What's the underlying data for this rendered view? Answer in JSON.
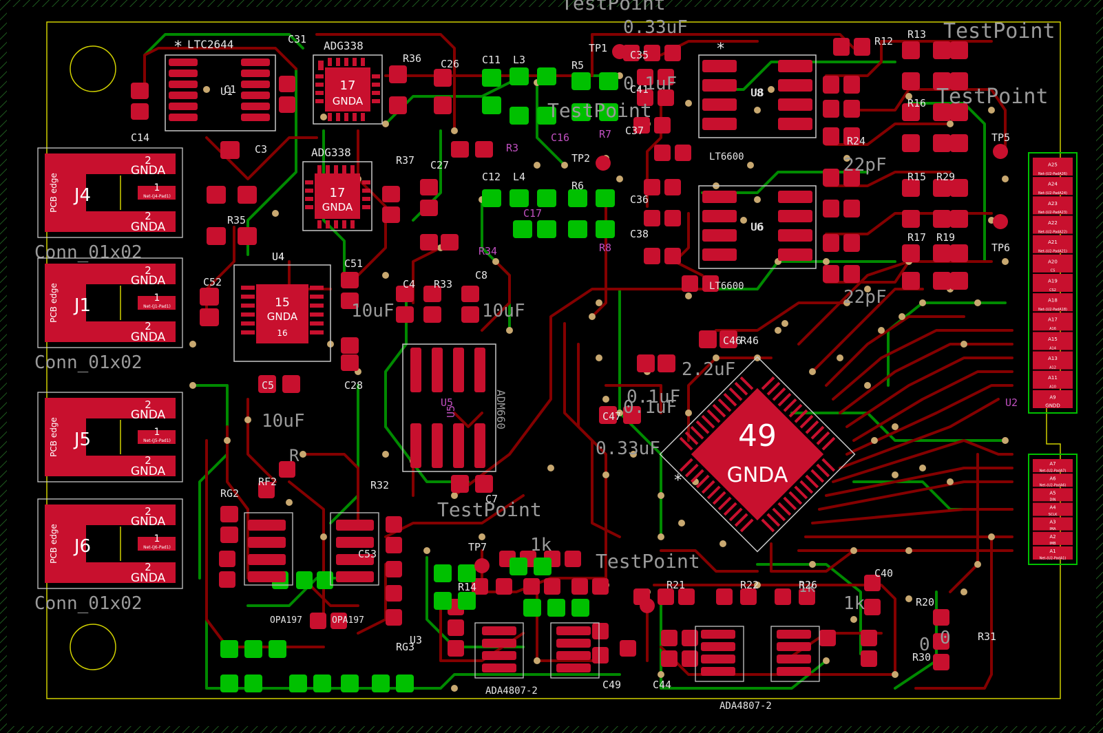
{
  "title": "",
  "colors": {
    "background": "#000000",
    "edge_cuts": "#d0d000",
    "front_copper": "#840000",
    "front_pad": "#c8102e",
    "back_copper": "#008a00",
    "back_pad": "#00c000",
    "silkscreen": "#e6e6e6",
    "fab": "#c050c0",
    "courtyard": "#c8c8c8",
    "via": "#c8a870",
    "hatch": "#2a6a2a"
  },
  "connectors": [
    {
      "ref": "J4",
      "value": "Conn_01x02",
      "edge": "PCB edge",
      "pins": [
        "2",
        "1",
        "2"
      ],
      "pin_nets": [
        "GNDA",
        "Net-(J4-Pad1)",
        "GNDA"
      ]
    },
    {
      "ref": "J1",
      "value": "Conn_01x02",
      "edge": "PCB edge",
      "pins": [
        "2",
        "1",
        "2"
      ],
      "pin_nets": [
        "GNDA",
        "Net-(J1-Pad1)",
        "GNDA"
      ]
    },
    {
      "ref": "J5",
      "value": "",
      "edge": "PCB edge",
      "pins": [
        "2",
        "1",
        "2"
      ],
      "pin_nets": [
        "GNDA",
        "Net-(J5-Pad1)",
        "GNDA"
      ]
    },
    {
      "ref": "J6",
      "value": "Conn_01x02",
      "edge": "PCB edge",
      "pins": [
        "2",
        "1",
        "2"
      ],
      "pin_nets": [
        "GNDA",
        "Net-(J6-Pad1)",
        "GNDA"
      ]
    }
  ],
  "ics": [
    {
      "ref": "LTC2644",
      "pad": ""
    },
    {
      "ref": "ADG338",
      "pad": "17",
      "net": "GNDA"
    },
    {
      "ref": "ADG338 (2)",
      "pad": "17",
      "net": "GNDA"
    },
    {
      "ref": "U4",
      "pad": "15",
      "net": "GNDA",
      "extra": "16"
    },
    {
      "ref": "U8",
      "pad": ""
    },
    {
      "ref": "U6",
      "pad": ""
    },
    {
      "ref": "U5",
      "pad": "",
      "value": "ADM660"
    },
    {
      "ref": "MCU",
      "pad": "49",
      "net": "GNDA"
    },
    {
      "ref": "U2",
      "pad": ""
    }
  ],
  "silk_labels": [
    "TestPoint",
    "0.33uF",
    "TestPoint",
    "TestPoint",
    "TestPoint",
    "TestPoint",
    "TestPoint",
    "0.1uF",
    "0.1uF",
    "10uF",
    "10uF",
    "10uF",
    "2.2uF",
    "0.1uF",
    "0.33uF",
    "1k",
    "1k",
    "1k",
    "0",
    "0",
    "22pF",
    "22pF",
    "R",
    "OPA197",
    "OPA197",
    "ADA4807-2",
    "ADA4807-2",
    "LT6600",
    "LT6600",
    "ADM660"
  ],
  "refdes": [
    "C31",
    "C1",
    "C3",
    "C4",
    "C5",
    "C7",
    "C8",
    "C11",
    "C12",
    "C14",
    "C16",
    "C17",
    "C26",
    "C27",
    "C28",
    "C35",
    "C36",
    "C37",
    "C38",
    "C40",
    "C41",
    "C44",
    "C46",
    "C47",
    "C49",
    "C51",
    "C52",
    "C53",
    "R3",
    "R5",
    "R6",
    "R7",
    "R8",
    "R12",
    "R13",
    "R14",
    "R15",
    "R16",
    "R17",
    "R19",
    "R20",
    "R21",
    "R22",
    "R24",
    "R26",
    "R29",
    "R30",
    "R31",
    "R32",
    "R33",
    "R34",
    "R35",
    "R36",
    "R37",
    "R46",
    "L3",
    "L4",
    "TP1",
    "TP2",
    "TP5",
    "TP6",
    "TP7",
    "RG2",
    "RF2",
    "RG3",
    "U1",
    "U2",
    "U3",
    "U4",
    "U5",
    "U6",
    "U8"
  ],
  "header_top": {
    "pins": [
      "A25",
      "Net-(U2-PadA26)",
      "A24",
      "Net-(U2-PadA24)",
      "A23",
      "Net-(U2-PadA23)",
      "A22",
      "Net-(U2-PadA22)",
      "A21",
      "Net-(U2-PadA21)",
      "A20",
      "CS",
      "A19",
      "CS2",
      "A18",
      "Net-(U2-PadA18)",
      "A17",
      "A16",
      "A15",
      "A14",
      "A13",
      "A12",
      "A11",
      "A10",
      "A9",
      "GNDD"
    ]
  },
  "header_bottom": {
    "pins": [
      "A7",
      "Net-(U2-PadA7)",
      "A6",
      "Net-(U2-PadA6)",
      "A5",
      "DIN",
      "A4",
      "SCLK",
      "A3",
      "IMA",
      "A2",
      "IMB",
      "A1",
      "Net-(U2-PadA1)"
    ]
  }
}
